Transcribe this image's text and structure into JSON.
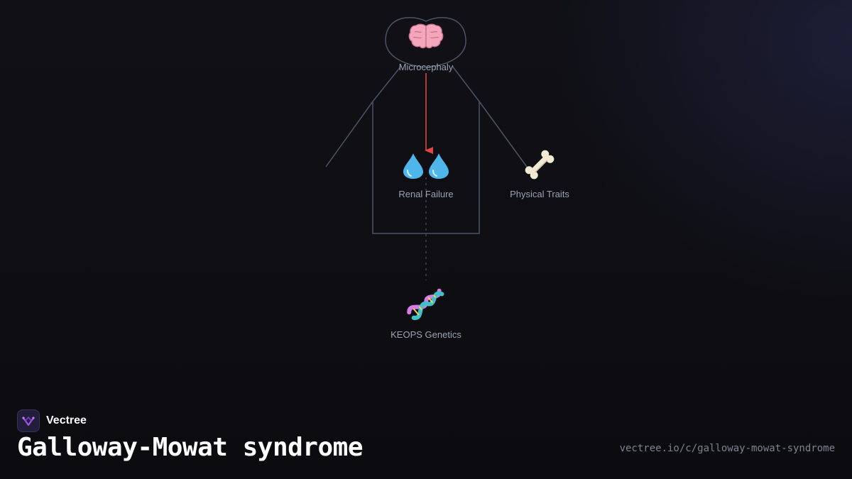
{
  "diagram": {
    "nodes": {
      "microcephaly": {
        "label": "Microcephaly",
        "icon": "brain-icon"
      },
      "renal_failure": {
        "label": "Renal Failure",
        "icon": "droplets-icon"
      },
      "physical_traits": {
        "label": "Physical Traits",
        "icon": "bone-icon"
      },
      "keops_genetics": {
        "label": "KEOPS Genetics",
        "icon": "dna-icon"
      }
    },
    "colors": {
      "outline": "#4a5566",
      "arrow": "#e04646",
      "label": "#9aa3b2"
    }
  },
  "brand": {
    "name": "Vectree",
    "icon": "vectree-logo-icon"
  },
  "page": {
    "title": "Galloway-Mowat syndrome",
    "url": "vectree.io/c/galloway-mowat-syndrome"
  }
}
